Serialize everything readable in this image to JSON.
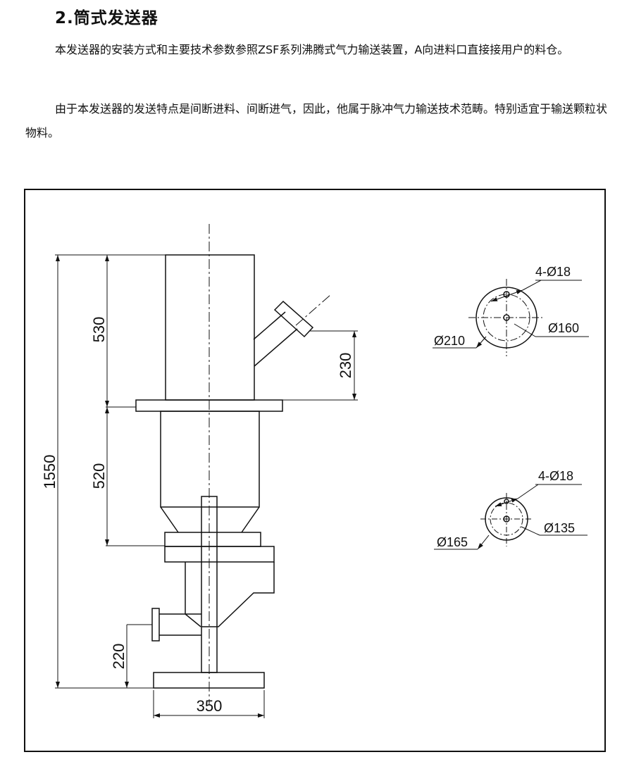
{
  "document": {
    "heading": "2.筒式发送器",
    "paragraphs": [
      "本发送器的安装方式和主要技术参数参照ZSF系列沸腾式气力输送装置，A向进料口直接接用户的料仓。",
      "由于本发送器的发送特点是间断进料、间断进气，因此，他属于脉冲气力输送技术范畴。特别适宜于输送颗粒状物料。"
    ]
  },
  "drawing": {
    "dimensions": {
      "total_height": "1550",
      "upper_section": "530",
      "lower_section": "520",
      "inlet_offset": "230",
      "outlet_height": "220",
      "base_width": "350"
    },
    "flange_top": {
      "holes": "4-Ø18",
      "outer_diameter": "Ø210",
      "bolt_circle": "Ø160"
    },
    "flange_bottom": {
      "holes": "4-Ø18",
      "outer_diameter": "Ø165",
      "bolt_circle": "Ø135"
    }
  }
}
